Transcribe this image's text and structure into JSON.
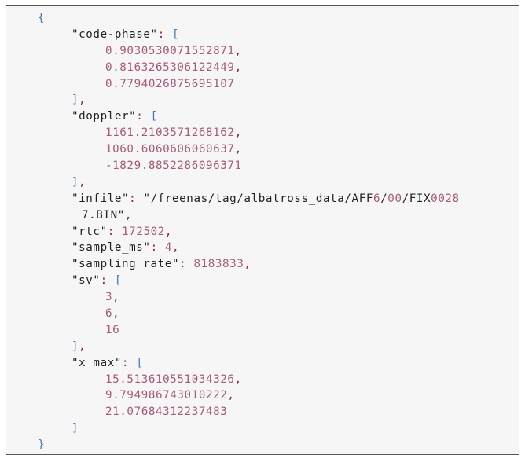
{
  "listing": {
    "open_brace": "{",
    "close_brace": "}",
    "code_phase": {
      "key": "\"code-phase\"",
      "values": [
        "0.9030530071552871",
        "0.8163265306122449",
        "0.7794026875695107"
      ]
    },
    "doppler": {
      "key": "\"doppler\"",
      "values": [
        "1161.2103571268162",
        "1060.6060606060637",
        "-1829.8852286096371"
      ]
    },
    "infile": {
      "key": "\"infile\"",
      "seg1": "\"/freenas/tag/albatross_data/AFF",
      "seg2": "6",
      "seg3": "/",
      "seg4": "00",
      "seg5": "/FIX",
      "seg6": "0028",
      "cont": "7.BIN\""
    },
    "rtc": {
      "key": "\"rtc\"",
      "value": "172502"
    },
    "sample_ms": {
      "key": "\"sample_ms\"",
      "value": "4"
    },
    "sampling_rate": {
      "key": "\"sampling_rate\"",
      "value": "8183833"
    },
    "sv": {
      "key": "\"sv\"",
      "values": [
        "3",
        "6",
        "16"
      ]
    },
    "x_max": {
      "key": "\"x_max\"",
      "values": [
        "15.513610551034326",
        "9.794986743010222",
        "21.07684312237483"
      ]
    }
  }
}
